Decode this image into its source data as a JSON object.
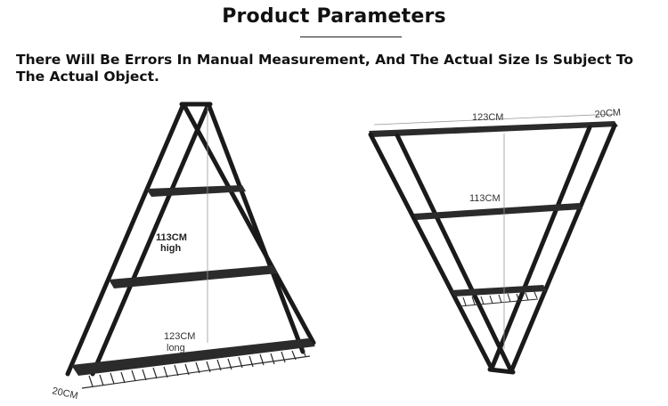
{
  "header": {
    "title": "Product Parameters",
    "notice": "There Will Be Errors In Manual Measurement, And The Actual Size Is Subject To The Actual Object."
  },
  "left_shelf": {
    "height_value": "113CM",
    "height_word": "high",
    "width_value": "123CM",
    "width_word": "long",
    "depth_value": "20CM"
  },
  "right_shelf": {
    "width_value": "123CM",
    "depth_value": "20CM",
    "height_value": "113CM"
  },
  "colors": {
    "frame": "#1a1a1a",
    "shelf": "#2b2b2b",
    "dimension_line": "#999999"
  }
}
